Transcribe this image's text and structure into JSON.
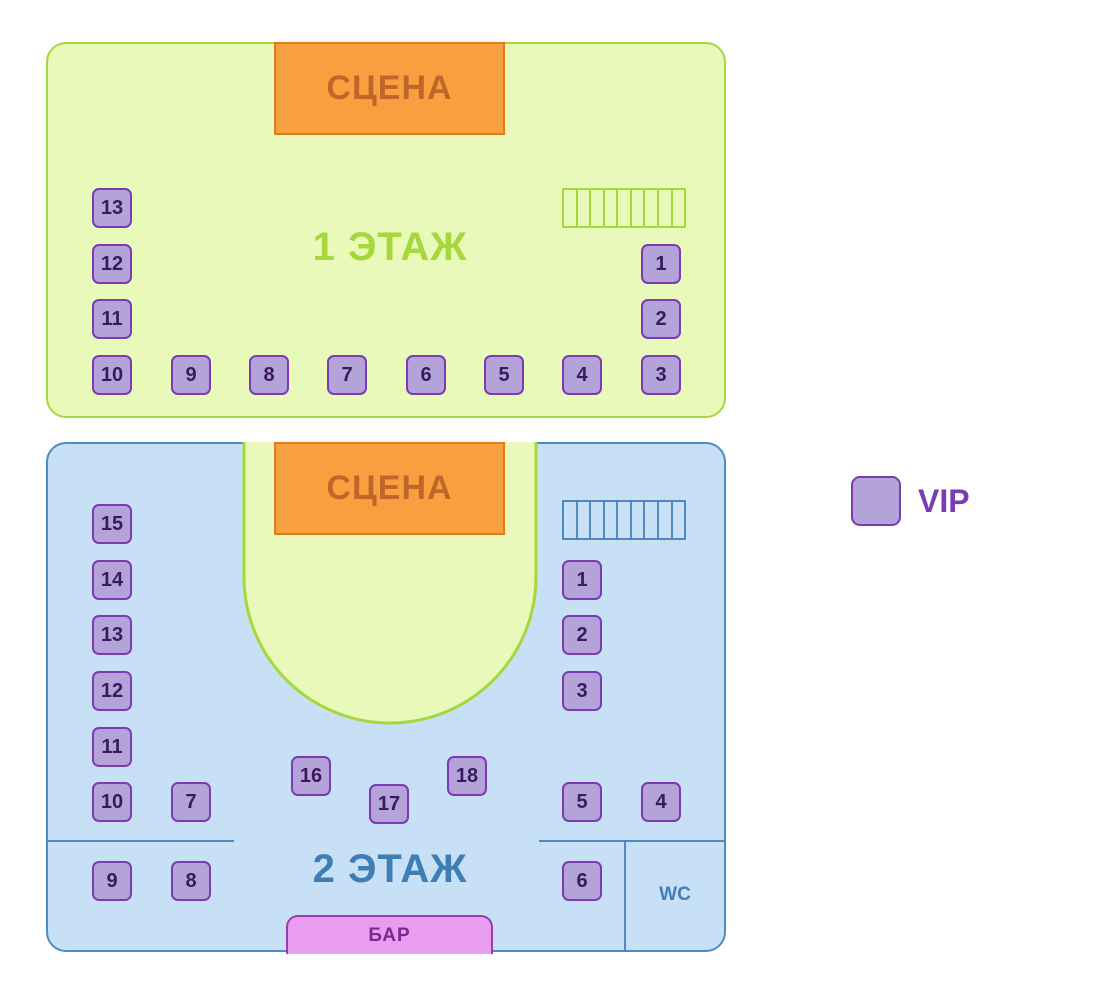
{
  "colors": {
    "floor1_fill": "#e8f9b9",
    "floor1_border": "#a6d83c",
    "floor2_fill": "#c7e0f5",
    "floor2_border": "#4f8bc0",
    "stage_fill": "#f8a03f",
    "table_fill": "#b4a3d8",
    "table_border": "#7a3bb3",
    "bar_fill": "#e89df0"
  },
  "floor1": {
    "label": "1 ЭТАЖ",
    "stage_label": "СЦЕНА",
    "tables": [
      "1",
      "2",
      "3",
      "4",
      "5",
      "6",
      "7",
      "8",
      "9",
      "10",
      "11",
      "12",
      "13"
    ]
  },
  "floor2": {
    "label": "2 ЭТАЖ",
    "stage_label": "СЦЕНА",
    "bar_label": "БАР",
    "wc_label": "WC",
    "tables": [
      "1",
      "2",
      "3",
      "4",
      "5",
      "6",
      "7",
      "8",
      "9",
      "10",
      "11",
      "12",
      "13",
      "14",
      "15",
      "16",
      "17",
      "18"
    ]
  },
  "legend": {
    "label": "VIP"
  }
}
